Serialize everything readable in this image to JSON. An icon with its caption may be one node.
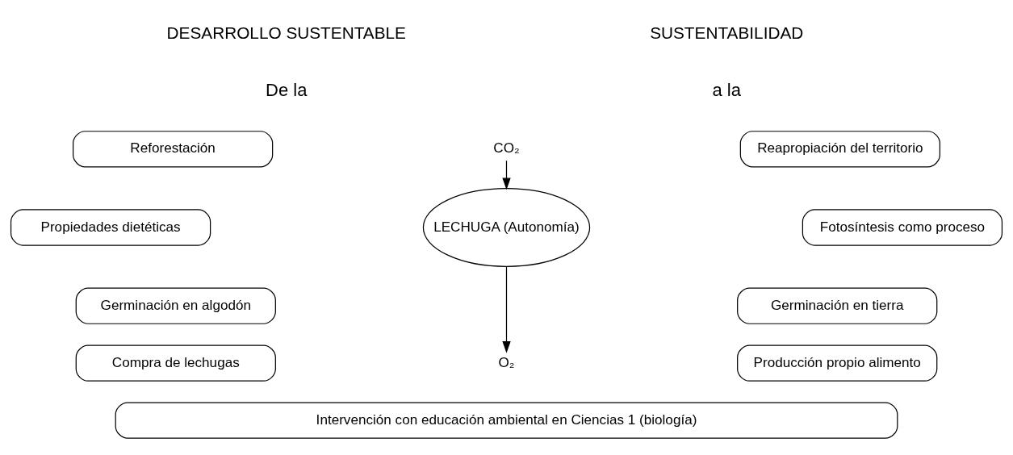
{
  "diagram": {
    "nodes": [
      {
        "text": [
          "Reforestación"
        ]
      },
      {
        "text": [
          "Propiedades dietéticas"
        ]
      },
      {
        "text": [
          "Germinación en algodón"
        ]
      },
      {
        "text": [
          "Compra de lechugas"
        ]
      },
      {
        "text": [
          "CO₂"
        ]
      },
      {
        "text": [
          "LECHUGA (Autonomía)"
        ]
      },
      {
        "text": [
          "O₂"
        ]
      },
      {
        "text": [
          "Reapropiación del territorio"
        ]
      },
      {
        "text": [
          "Fotosíntesis como proceso"
        ]
      },
      {
        "text": [
          "Germinación en tierra"
        ]
      },
      {
        "text": [
          "Producción propio alimento"
        ]
      },
      {
        "text": [
          "Intervención con educación ambiental en Ciencias 1 (biología)"
        ]
      }
    ],
    "edges": [
      {
        "from": 4,
        "to": 5,
        "arrow": "to"
      },
      {
        "from": 5,
        "to": 6,
        "arrow": "to"
      }
    ],
    "labels": [
      "DESARROLLO SUSTENTABLE",
      "SUSTENTABILIDAD",
      "De la",
      "a la"
    ]
  }
}
